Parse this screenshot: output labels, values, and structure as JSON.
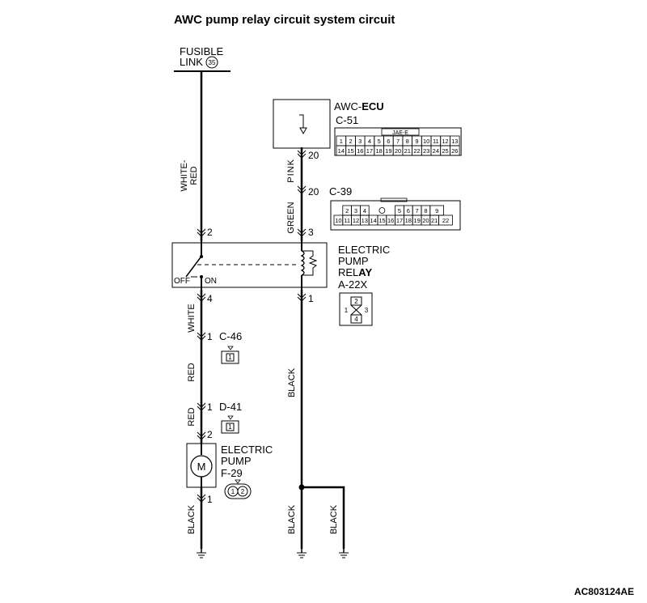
{
  "title": "AWC pump relay circuit system circuit",
  "document_id": "AC803124AE",
  "components": {
    "fusible_link": {
      "line1": "FUSIBLE",
      "line2": "LINK",
      "number": "35"
    },
    "ecu": {
      "label_prefix": "AWC-",
      "label_bold": "ECU",
      "connector": "C-51",
      "connector_code": "JAE-E",
      "pins_row1": [
        "1",
        "2",
        "3",
        "4",
        "5",
        "6",
        "7",
        "8",
        "9",
        "10",
        "11",
        "12",
        "13"
      ],
      "pins_row2": [
        "14",
        "15",
        "16",
        "17",
        "18",
        "19",
        "20",
        "21",
        "22",
        "23",
        "24",
        "25",
        "26"
      ]
    },
    "junction_connector": {
      "label": "C-39",
      "pins_row1": [
        "2",
        "3",
        "4",
        "5",
        "6",
        "7",
        "8",
        "9"
      ],
      "pins_row2": [
        "10",
        "11",
        "12",
        "13",
        "14",
        "15",
        "16",
        "17",
        "18",
        "19",
        "20",
        "21",
        "22"
      ]
    },
    "relay": {
      "line1": "ELECTRIC",
      "line2": "PUMP",
      "line3_prefix": "REL",
      "line3_bold": "AY",
      "connector": "A-22X",
      "pins": [
        "2",
        "1",
        "3",
        "4"
      ],
      "state_off": "OFF",
      "state_on": "ON"
    },
    "connector_c46": {
      "label": "C-46",
      "pin": "1"
    },
    "connector_d41": {
      "label": "D-41",
      "pin": "1"
    },
    "pump": {
      "line1": "ELECTRIC",
      "line2": "PUMP",
      "connector": "F-29",
      "pins": [
        "1",
        "2"
      ],
      "motor_symbol": "M"
    }
  },
  "wires": {
    "white_red": "WHITE-RED",
    "pink": "PINK",
    "green": "GREEN",
    "white": "WHITE",
    "red_1": "RED",
    "red_2": "RED",
    "black_pump": "BLACK",
    "black_relay": "BLACK",
    "black_ground_2": "BLACK",
    "black_ground_3": "BLACK"
  },
  "pin_numbers": {
    "ecu_pin": "20",
    "c39_pin": "20",
    "relay_pin_2": "2",
    "relay_pin_3": "3",
    "relay_pin_4": "4",
    "relay_pin_1": "1",
    "c46_pin": "1",
    "d41_pin_1": "1",
    "pump_pin_2": "2",
    "pump_pin_1": "1"
  },
  "colors": {
    "ink": "#000000",
    "background": "#ffffff",
    "connector_fill": "#ffffff"
  }
}
